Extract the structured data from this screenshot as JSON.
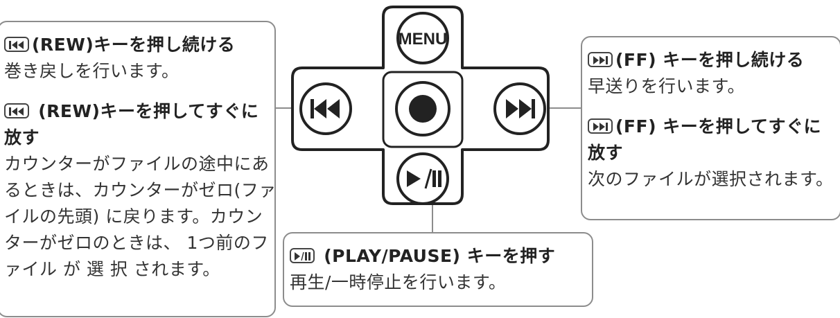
{
  "keys": {
    "menu": "MENU",
    "rew_icon": "rewind-icon",
    "ff_icon": "fast-forward-icon",
    "center_icon": "record-dot-icon",
    "play_icon": "play-pause-icon"
  },
  "rew_box": {
    "title1": "(REW)キーを押し続ける",
    "desc1": "巻き戻しを行います。",
    "title2a": " (REW)キーを押してすぐに",
    "title2b": "放す",
    "desc2_lines": [
      "カウンターがファイルの途中にあ",
      "るときは、カウンターがゼロ(ファ",
      "イルの先頭) に戻ります。カウン",
      "ターがゼロのときは、 1つ前のフ",
      "ァイル  が 選  択  されます。"
    ]
  },
  "ff_box": {
    "title1": "(FF) キーを押し続ける",
    "desc1": "早送りを行います。",
    "title2a": "(FF) キーを押してすぐに",
    "title2b": "放す",
    "desc2": "次のファイルが選択されます。"
  },
  "play_box": {
    "title": " (PLAY/PAUSE) キーを押す",
    "desc": "再生/一時停止を行います。"
  },
  "colors": {
    "border": "#8c8c8c",
    "pad_stroke": "#222222"
  }
}
